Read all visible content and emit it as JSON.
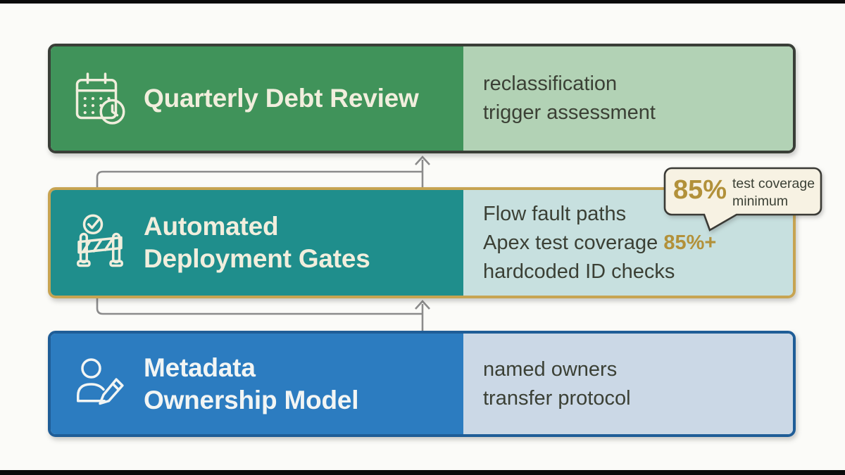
{
  "colors": {
    "page-bg": "#FBFBF8",
    "letterbox": "#0B0B0B",
    "green-fill": "#40935A",
    "green-light": "#B2D2B5",
    "green-border": "#393E37",
    "teal-fill": "#1F8E8C",
    "teal-light": "#C7E0DF",
    "gold-border": "#C7A452",
    "blue-fill": "#2C7CC0",
    "blue-light": "#CBD8E6",
    "blue-border": "#1F5D97",
    "cream-text": "#F1EEDD",
    "dark-text": "#3B4035",
    "gold-text": "#B2913A",
    "callout-bg": "#F7F2E3",
    "callout-border": "#3A3A35",
    "connector": "#8B8B8B"
  },
  "cards": [
    {
      "icon": "calendar-clock-icon",
      "title_line1": "Quarterly Debt Review",
      "details": [
        "reclassification",
        "trigger assessment"
      ]
    },
    {
      "icon": "deployment-gate-icon",
      "title_line1": "Automated",
      "title_line2": "Deployment Gates",
      "detail_line1": "Flow fault paths",
      "detail_line2_pre": "Apex test coverage ",
      "detail_line2_highlight": "85%+",
      "detail_line3": "hardcoded ID checks"
    },
    {
      "icon": "person-pencil-icon",
      "title_line1": "Metadata",
      "title_line2": "Ownership Model",
      "details": [
        "named owners",
        "transfer protocol"
      ]
    }
  ],
  "callout": {
    "value": "85%",
    "label_line1": "test coverage",
    "label_line2": "minimum"
  }
}
